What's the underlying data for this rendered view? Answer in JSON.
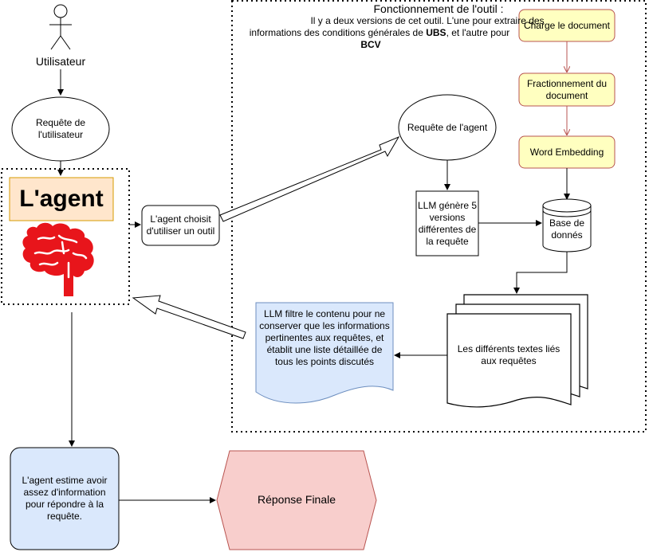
{
  "actor": {
    "label": "Utilisateur"
  },
  "user_request": "Requête de l'utilisateur",
  "agent": {
    "title": "L'agent",
    "brain_icon": "brain-icon",
    "color": "#e8151b"
  },
  "tool_choice": "L'agent choisit d'utiliser un outil",
  "tool_panel": {
    "title": "Fonctionnement de l'outil :",
    "desc_line1": "Il y a deux versions de cet outil. L'une pour extraire des",
    "desc_line2_pre": "informations des conditions générales de ",
    "desc_line2_bold": "UBS",
    "desc_line2_post": ", et l'autre pour",
    "desc_line3_bold": "BCV"
  },
  "pipeline": {
    "load": "Charge le document",
    "split": "Fractionnement du document",
    "embed": "Word Embedding"
  },
  "agent_request": "Requête de l'agent",
  "llm_generate": "LLM génère 5 versions différentes de la requête",
  "database": "Base de donnés",
  "texts": "Les différents textes liés aux requêtes",
  "llm_filter": "LLM filtre le contenu pour ne conserver que les informations pertinentes aux requêtes, et établit une liste détaillée de tous les points discutés",
  "agent_estimate": "L'agent estime avoir assez d'information pour répondre à la requête.",
  "final": "Réponse Finale",
  "colors": {
    "yellow_fill": "#ffffc0",
    "yellow_stroke": "#b85450",
    "orange_fill": "#ffe6cc",
    "blue_fill": "#dae8fc",
    "pink_fill": "#f8cecc",
    "red_arrow": "#b85450"
  }
}
